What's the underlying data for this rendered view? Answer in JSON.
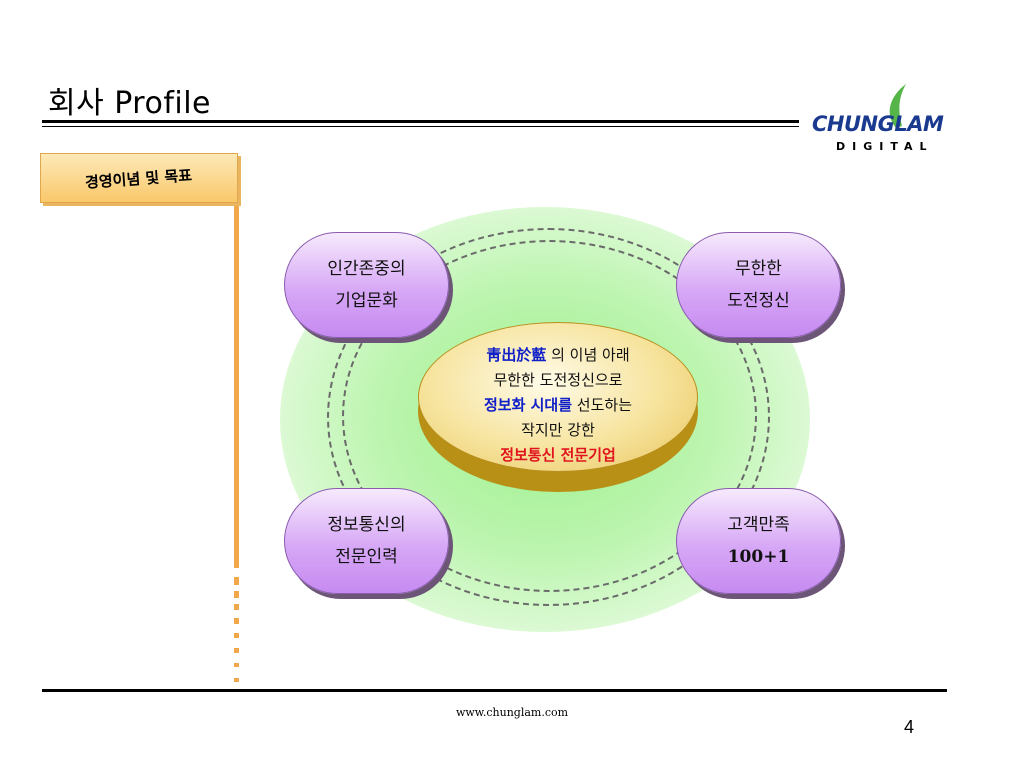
{
  "header": {
    "title": "회사 Profile",
    "logo_text": "CHUNGLAM",
    "logo_sub": "DIGITAL"
  },
  "section": {
    "tab_label": "경영이념 및 목표"
  },
  "diagram": {
    "top_left": {
      "line1": "인간존중의",
      "line2": "기업문화"
    },
    "top_right": {
      "line1": "무한한",
      "line2": "도전정신"
    },
    "bottom_left": {
      "line1": "정보통신의",
      "line2": "전문인력"
    },
    "bottom_right": {
      "line1": "고객만족",
      "line2": "100+1"
    },
    "center": {
      "l1_highlight": "靑出於藍",
      "l1_rest": " 의 이념 아래",
      "l2": "무한한 도전정신으로",
      "l3_highlight": "정보화 시대를",
      "l3_rest": " 선도하는",
      "l4": "작지만 강한",
      "l5": "정보통신 전문기업"
    }
  },
  "footer": {
    "url": "www.chunglam.com",
    "page_number": "4"
  },
  "colors": {
    "accent_orange": "#f0a84a",
    "pill_purple": "#c68af0",
    "highlight_blue": "#1020c8",
    "highlight_red": "#e0141e"
  }
}
